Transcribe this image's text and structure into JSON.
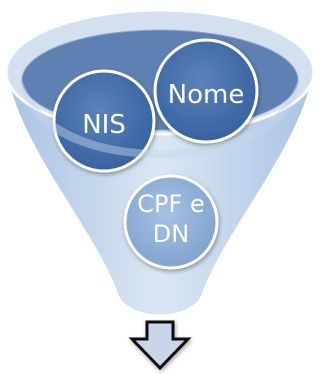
{
  "diagram": {
    "type": "funnel",
    "items": [
      {
        "id": "nis",
        "label_lines": [
          "NIS"
        ]
      },
      {
        "id": "nome",
        "label_lines": [
          "Nome"
        ]
      },
      {
        "id": "cpf_dn",
        "label_lines": [
          "CPF e",
          "DN"
        ]
      }
    ],
    "colors": {
      "funnel_body": "#c3d6ea",
      "funnel_rim": "#4a6fa8",
      "circle_dark": "#3f6aa7",
      "circle_light": "#8fb0d8",
      "arrow_fill": "#c9d6ea",
      "outline": "#ffffff"
    }
  }
}
